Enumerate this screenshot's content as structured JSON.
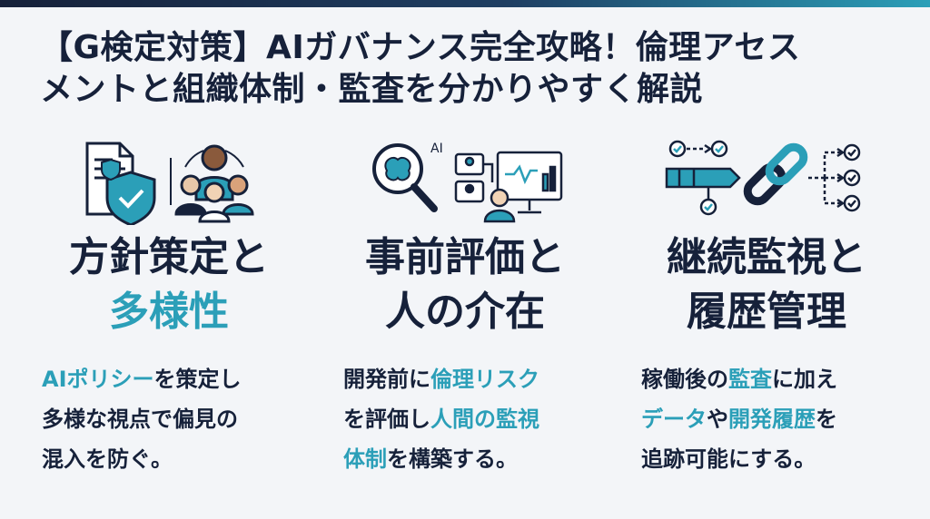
{
  "title": {
    "line1": "【G検定対策】AIガバナンス完全攻略！倫理アセス",
    "line2": "メントと組織体制・監査を分かりやすく解説"
  },
  "sections": [
    {
      "heading_line1": "方針策定と",
      "heading_line2": "多様性",
      "desc": {
        "l1_hl": "AIポリシー",
        "l1_rest": "を策定し",
        "l2": "多様な視点で偏見の",
        "l3": "混入を防ぐ。"
      },
      "icons": [
        "policy-document-icon",
        "shield-check-icon",
        "diverse-team-icon"
      ]
    },
    {
      "heading_line1": "事前評価と",
      "heading_line2": "人の介在",
      "desc": {
        "l1_a": "開発前に",
        "l1_hl": "倫理リスク",
        "l2_a": "を評価し",
        "l2_hl": "人間の監視",
        "l3_hl": "体制",
        "l3_rest": "を構築する。"
      },
      "icons": [
        "ai-magnifier-brain-icon",
        "human-monitor-dashboard-icon"
      ],
      "icon_text": "AI"
    },
    {
      "heading_line1": "継続監視と",
      "heading_line2": "履歴管理",
      "desc": {
        "l1_a": "稼働後の",
        "l1_hl": "監査",
        "l1_rest": "に加え",
        "l2_hl": "データ",
        "l2_b": "や",
        "l2_hl2": "開発履歴",
        "l2_rest": "を",
        "l3": "追跡可能にする。"
      },
      "icons": [
        "process-flow-icon",
        "chain-link-icon",
        "branching-checks-icon"
      ]
    }
  ],
  "colors": {
    "navy": "#16213a",
    "accent": "#2b9fb8",
    "background": "#f3f5f8"
  }
}
